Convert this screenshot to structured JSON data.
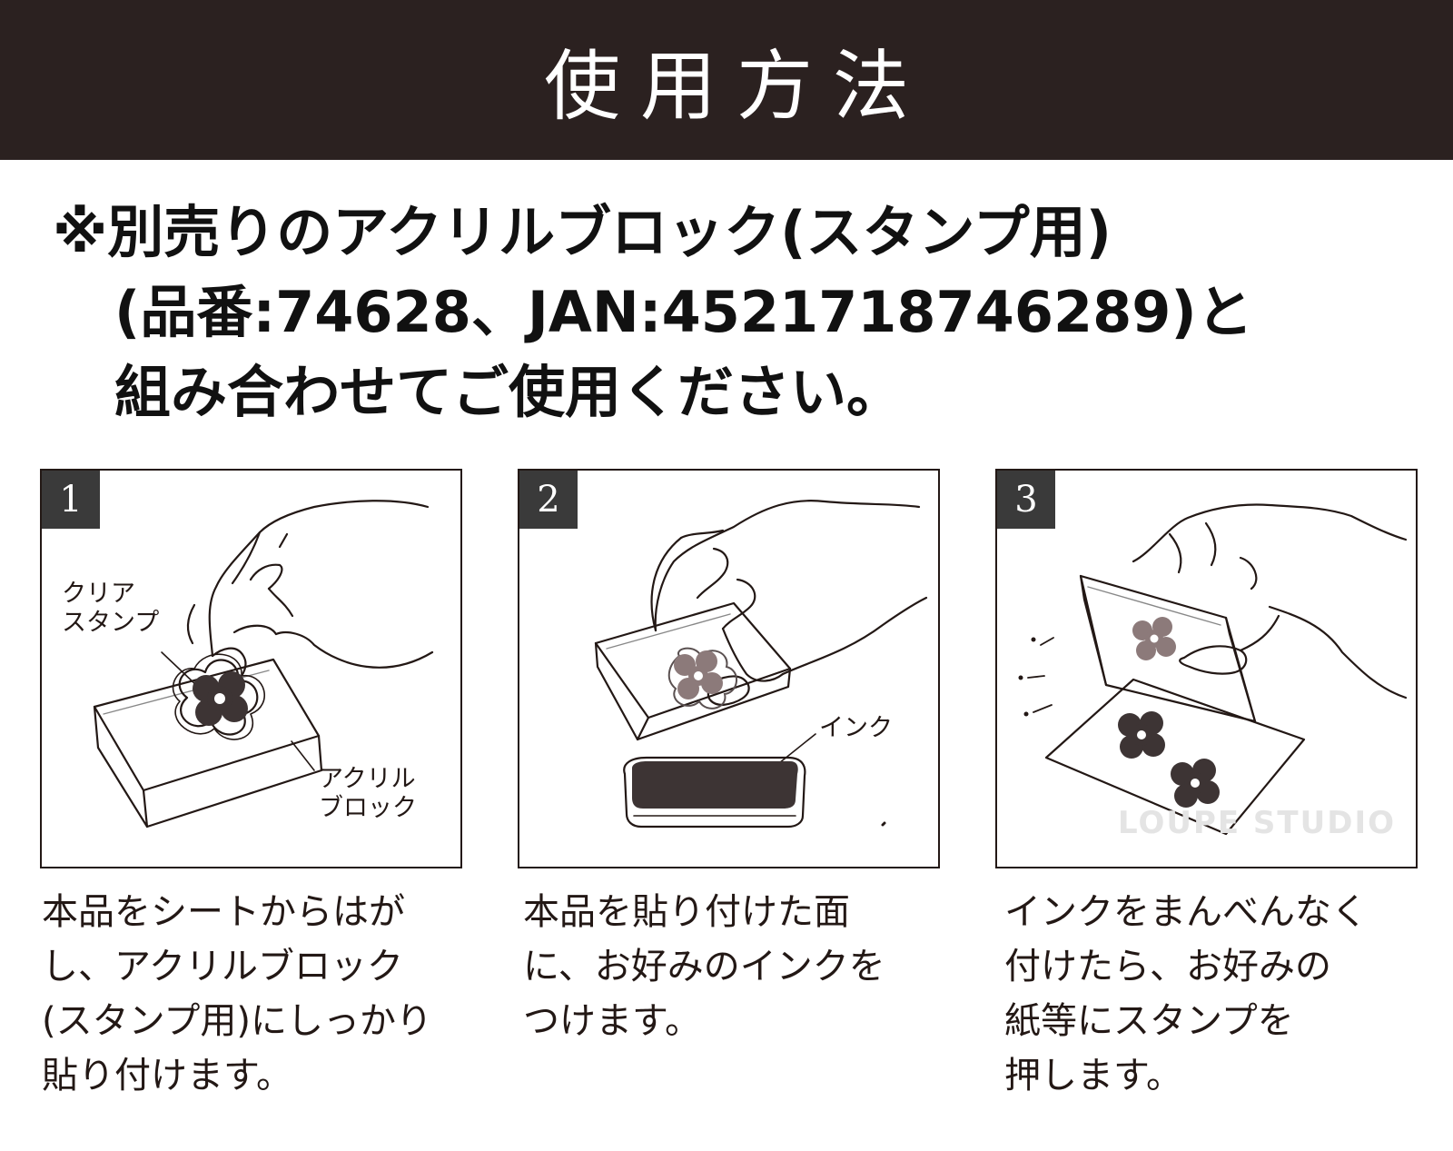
{
  "header": {
    "title": "使用方法"
  },
  "notice": {
    "lines": [
      "※別売りのアクリルブロック(スタンプ用)",
      "(品番:74628、JAN:4521718746289)と",
      "組み合わせてご使用ください。"
    ]
  },
  "steps": [
    {
      "number": "1",
      "labels": {
        "stamp": [
          "クリア",
          "スタンプ"
        ],
        "block": [
          "アクリル",
          "ブロック"
        ]
      },
      "description": [
        "本品をシートからはが",
        "し、アクリルブロック",
        "(スタンプ用)にしっかり",
        "貼り付けます。"
      ]
    },
    {
      "number": "2",
      "labels": {
        "ink": [
          "インク"
        ]
      },
      "description": [
        "本品を貼り付けた面",
        "に、お好みのインクを",
        "つけます。"
      ]
    },
    {
      "number": "3",
      "watermark": "LOUPE STUDIO",
      "description": [
        "インクをまんべんなく",
        "付けたら、お好みの",
        "紙等にスタンプを",
        "押します。"
      ]
    }
  ]
}
